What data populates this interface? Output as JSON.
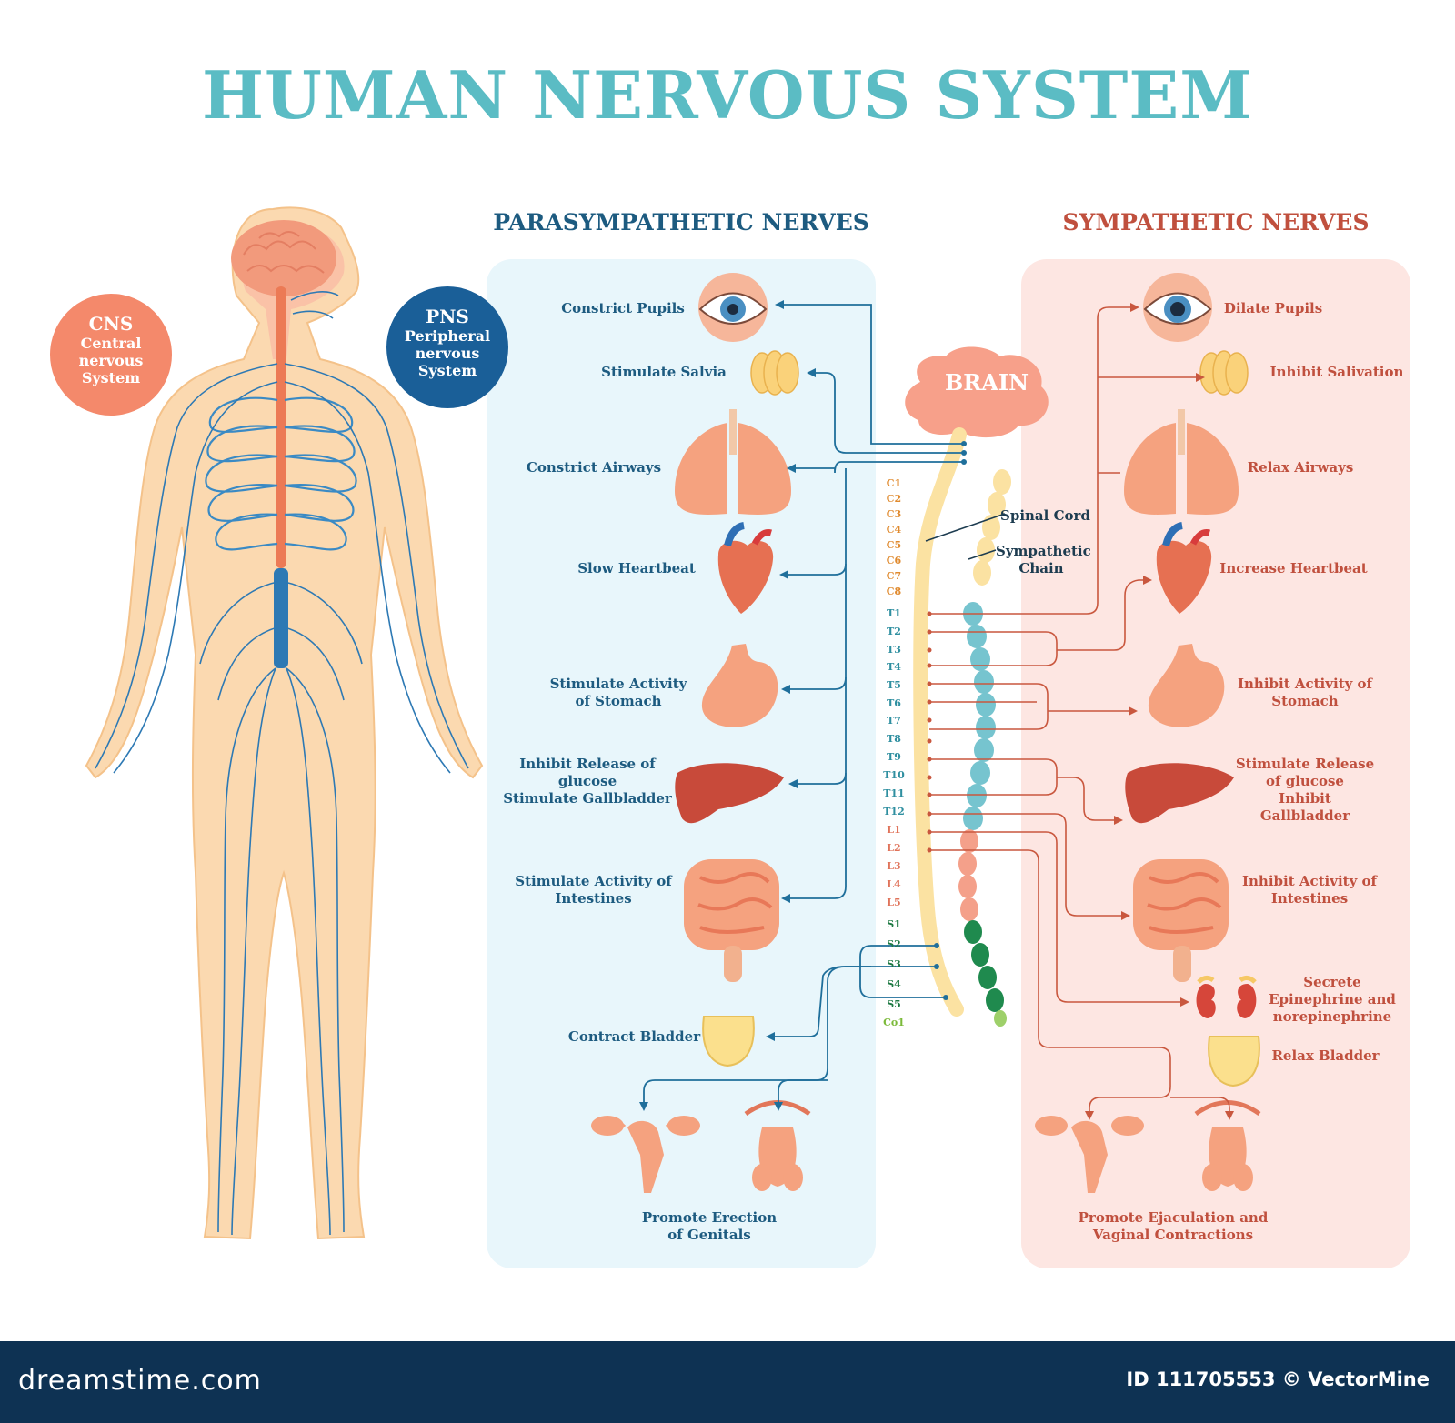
{
  "title": "HUMAN NERVOUS SYSTEM",
  "colors": {
    "title": "#5bbcc4",
    "parasympathetic": "#1d5b80",
    "sympathetic": "#c0503e",
    "para_panel": "#e8f6fb",
    "symp_panel": "#fde6e2",
    "footer": "#0e3253"
  },
  "badges": {
    "cns": {
      "title": "CNS",
      "lines": [
        "Central",
        "nervous",
        "System"
      ]
    },
    "pns": {
      "title": "PNS",
      "lines": [
        "Peripheral",
        "nervous",
        "System"
      ]
    }
  },
  "parasympathetic": {
    "heading": "PARASYMPATHETIC NERVES",
    "items": [
      "Constrict Pupils",
      "Stimulate Salvia",
      "Constrict Airways",
      "Slow Heartbeat",
      "Stimulate Activity\nof Stomach",
      "Inhibit Release of\nglucose\nStimulate Gallbladder",
      "Stimulate Activity of\nIntestines",
      "Contract Bladder",
      "Promote Erection\nof Genitals"
    ]
  },
  "sympathetic": {
    "heading": "SYMPATHETIC NERVES",
    "items": [
      "Dilate Pupils",
      "Inhibit Salivation",
      "Relax Airways",
      "Increase Heartbeat",
      "Inhibit Activity of\nStomach",
      "Stimulate Release\nof glucose\nInhibit Gallbladder",
      "Inhibit Activity of\nIntestines",
      "Secrete\nEpinephrine and\nnorepinephrine",
      "Relax Bladder",
      "Promote Ejaculation and\nVaginal Contractions"
    ]
  },
  "center": {
    "brain": "BRAIN",
    "spinal_cord": "Spinal Cord",
    "sympathetic_chain": "Sympathetic\nChain",
    "segments": [
      "C1",
      "C2",
      "C3",
      "C4",
      "C5",
      "C6",
      "C7",
      "C8",
      "T1",
      "T2",
      "T3",
      "T4",
      "T5",
      "T6",
      "T7",
      "T8",
      "T9",
      "T10",
      "T11",
      "T12",
      "L1",
      "L2",
      "L3",
      "L4",
      "L5",
      "S1",
      "S2",
      "S3",
      "S4",
      "S5",
      "Co1"
    ]
  },
  "footer": {
    "brand": "dreamstime.com",
    "id": "ID 111705553 © VectorMine"
  }
}
